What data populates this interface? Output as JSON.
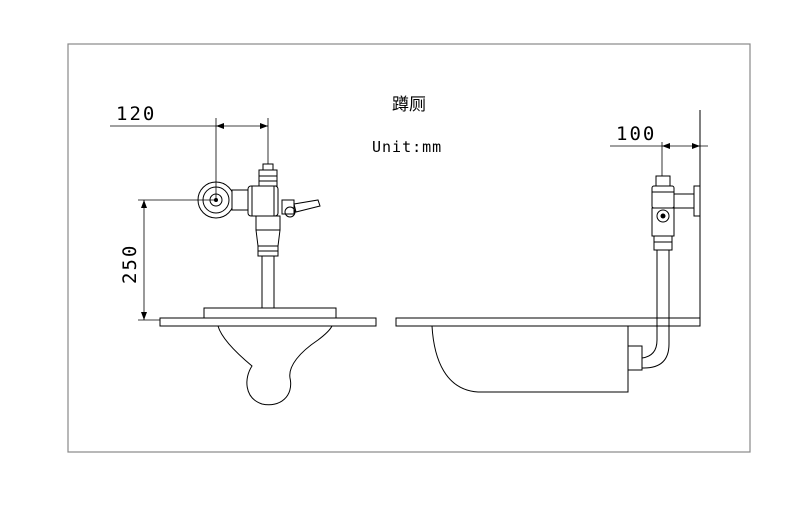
{
  "title": "蹲厕",
  "unit_label": "Unit:mm",
  "dimensions": {
    "front_horizontal": "120",
    "front_vertical": "250",
    "side_horizontal": "100"
  },
  "colors": {
    "line": "#000000",
    "background": "#ffffff",
    "frame": "#888888"
  }
}
